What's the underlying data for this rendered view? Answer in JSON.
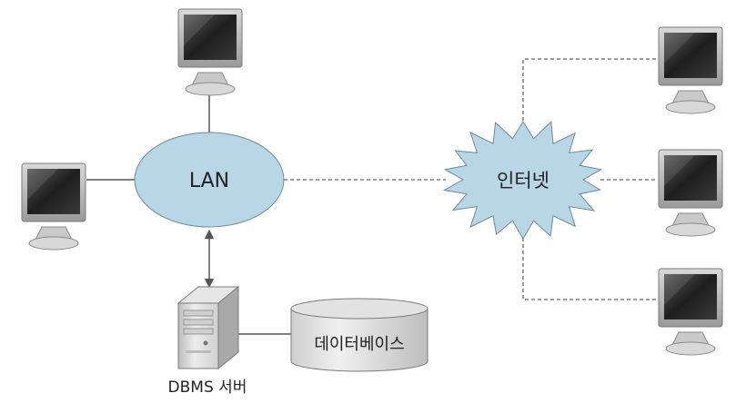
{
  "nodes": {
    "lan": {
      "label": "LAN",
      "fill": "#b9d6e6"
    },
    "internet": {
      "label": "인터넷",
      "fill": "#b9d6e6"
    },
    "server": {
      "label": "DBMS 서버"
    },
    "database": {
      "label": "데이터베이스",
      "fill": "#e2e2e2"
    }
  },
  "computers": [
    {
      "name": "lan-top-computer"
    },
    {
      "name": "lan-left-computer"
    },
    {
      "name": "internet-top-computer"
    },
    {
      "name": "internet-middle-computer"
    },
    {
      "name": "internet-bottom-computer"
    }
  ],
  "colors": {
    "line": "#555555",
    "dashed": "#666666",
    "monitor_bezel": "#b5b5b5",
    "monitor_screen": "#2a2a2a"
  }
}
